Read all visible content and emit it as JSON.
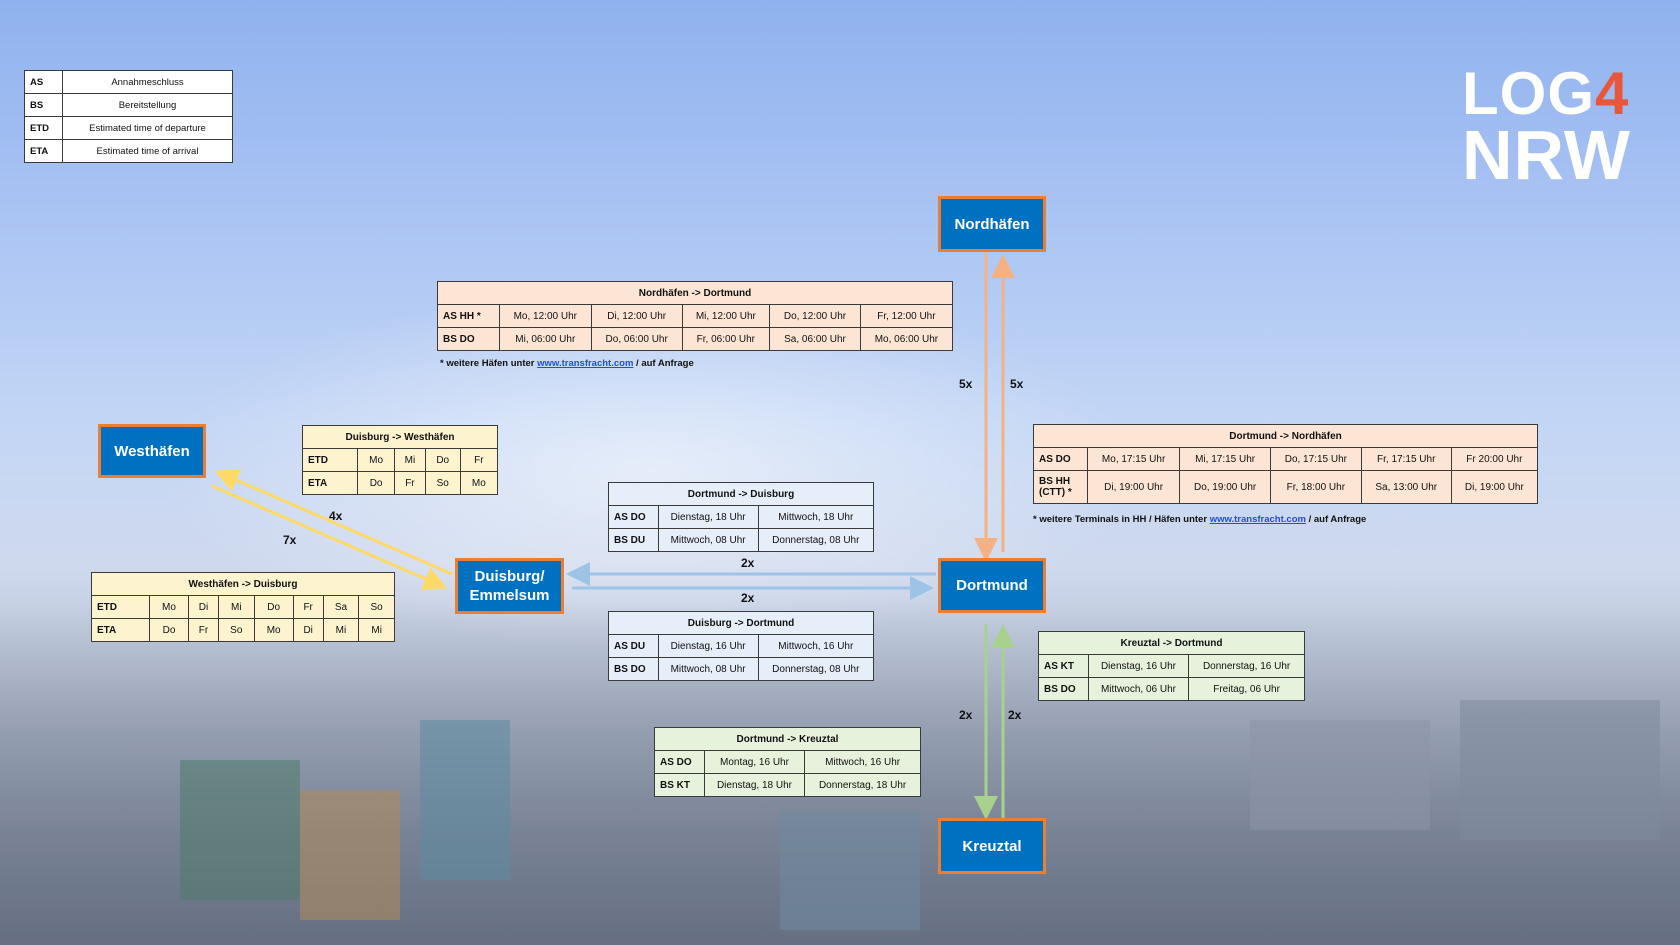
{
  "logo": {
    "part1": "LOG",
    "part2": "4",
    "part3": "NRW"
  },
  "legend": [
    {
      "abbr": "AS",
      "desc": "Annahmeschluss"
    },
    {
      "abbr": "BS",
      "desc": "Bereitstellung"
    },
    {
      "abbr": "ETD",
      "desc": "Estimated time of departure"
    },
    {
      "abbr": "ETA",
      "desc": "Estimated time of arrival"
    }
  ],
  "nodes": {
    "nordhaefen": "Nordhäfen",
    "westhaefen": "Westhäfen",
    "duisburg": "Duisburg/ Emmelsum",
    "dortmund": "Dortmund",
    "kreuztal": "Kreuztal"
  },
  "frequencies": {
    "nord_left": "5x",
    "nord_right": "5x",
    "west_top": "4x",
    "west_bottom": "7x",
    "du_do_top": "2x",
    "du_do_bottom": "2x",
    "kt_left": "2x",
    "kt_right": "2x"
  },
  "tables": {
    "nord_do": {
      "title": "Nordhäfen -> Dortmund",
      "rows": [
        {
          "label": "AS HH *",
          "cells": [
            "Mo, 12:00 Uhr",
            "Di, 12:00 Uhr",
            "Mi, 12:00 Uhr",
            "Do, 12:00 Uhr",
            "Fr, 12:00 Uhr"
          ]
        },
        {
          "label": "BS DO",
          "cells": [
            "Mi, 06:00 Uhr",
            "Do, 06:00 Uhr",
            "Fr, 06:00 Uhr",
            "Sa, 06:00 Uhr",
            "Mo, 06:00 Uhr"
          ]
        }
      ]
    },
    "do_nord": {
      "title": "Dortmund -> Nordhäfen",
      "rows": [
        {
          "label": "AS DO",
          "cells": [
            "Mo, 17:15 Uhr",
            "Mi, 17:15 Uhr",
            "Do, 17:15 Uhr",
            "Fr, 17:15 Uhr",
            "Fr 20:00 Uhr"
          ]
        },
        {
          "label": "BS HH (CTT) *",
          "cells": [
            "Di, 19:00 Uhr",
            "Do, 19:00 Uhr",
            "Fr, 18:00 Uhr",
            "Sa, 13:00 Uhr",
            "Di, 19:00 Uhr"
          ]
        }
      ]
    },
    "du_west": {
      "title": "Duisburg -> Westhäfen",
      "rows": [
        {
          "label": "ETD",
          "cells": [
            "Mo",
            "Mi",
            "Do",
            "Fr"
          ]
        },
        {
          "label": "ETA",
          "cells": [
            "Do",
            "Fr",
            "So",
            "Mo"
          ]
        }
      ]
    },
    "west_du": {
      "title": "Westhäfen -> Duisburg",
      "rows": [
        {
          "label": "ETD",
          "cells": [
            "Mo",
            "Di",
            "Mi",
            "Do",
            "Fr",
            "Sa",
            "So"
          ]
        },
        {
          "label": "ETA",
          "cells": [
            "Do",
            "Fr",
            "So",
            "Mo",
            "Di",
            "Mi",
            "Mi"
          ]
        }
      ]
    },
    "do_du": {
      "title": "Dortmund -> Duisburg",
      "rows": [
        {
          "label": "AS DO",
          "cells": [
            "Dienstag, 18 Uhr",
            "Mittwoch, 18 Uhr"
          ]
        },
        {
          "label": "BS DU",
          "cells": [
            "Mittwoch, 08 Uhr",
            "Donnerstag, 08 Uhr"
          ]
        }
      ]
    },
    "du_do": {
      "title": "Duisburg -> Dortmund",
      "rows": [
        {
          "label": "AS DU",
          "cells": [
            "Dienstag, 16 Uhr",
            "Mittwoch, 16 Uhr"
          ]
        },
        {
          "label": "BS DO",
          "cells": [
            "Mittwoch, 08 Uhr",
            "Donnerstag, 08 Uhr"
          ]
        }
      ]
    },
    "kt_do": {
      "title": "Kreuztal -> Dortmund",
      "rows": [
        {
          "label": "AS KT",
          "cells": [
            "Dienstag, 16 Uhr",
            "Donnerstag, 16 Uhr"
          ]
        },
        {
          "label": "BS DO",
          "cells": [
            "Mittwoch, 06 Uhr",
            "Freitag, 06 Uhr"
          ]
        }
      ]
    },
    "do_kt": {
      "title": "Dortmund -> Kreuztal",
      "rows": [
        {
          "label": "AS DO",
          "cells": [
            "Montag, 16 Uhr",
            "Mittwoch, 16 Uhr"
          ]
        },
        {
          "label": "BS KT",
          "cells": [
            "Dienstag, 18 Uhr",
            "Donnerstag, 18 Uhr"
          ]
        }
      ]
    }
  },
  "notes": {
    "nord": {
      "before": "* weitere Häfen unter ",
      "link": "www.transfracht.com",
      "after": " / auf Anfrage"
    },
    "do_nord": {
      "before": "* weitere Terminals in HH / Häfen unter ",
      "link": "www.transfracht.com",
      "after": " / auf Anfrage"
    }
  },
  "colors": {
    "node_fill": "#0070c0",
    "node_border": "#ed7d31",
    "arrow_orange": "#f4b183",
    "arrow_yellow": "#ffd966",
    "arrow_blue": "#9dc3e6",
    "arrow_green": "#a9d18e",
    "logo_accent": "#e8573b"
  }
}
